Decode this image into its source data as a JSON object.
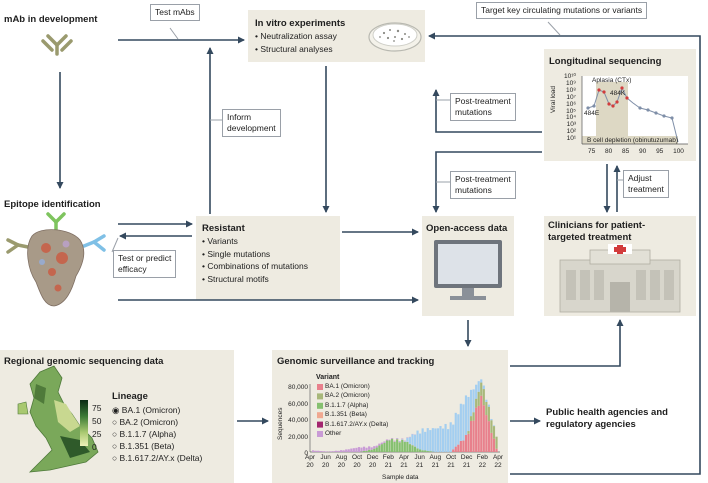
{
  "mab": {
    "title": "mAb in development"
  },
  "test_mabs": {
    "label": "Test mAbs"
  },
  "invitro": {
    "title": "In vitro experiments",
    "items": [
      "Neutralization assay",
      "Structural analyses"
    ]
  },
  "target_key": {
    "label": "Target key circulating mutations or variants"
  },
  "longitudinal": {
    "title": "Longitudinal sequencing",
    "ylabel": "Viral load",
    "yticks": [
      "10¹⁰",
      "10⁹",
      "10⁸",
      "10⁷",
      "10⁶",
      "10⁵",
      "10⁴",
      "10³",
      "10²",
      "10¹"
    ],
    "xticks": [
      "75",
      "80",
      "85",
      "90",
      "95",
      "100"
    ],
    "aplasia": "Aplasia (CTx)",
    "mut1": "484K",
    "mut2": "484E",
    "depletion": "B cell depletion (obinutuzumab)"
  },
  "post1": {
    "line1": "Post-treatment",
    "line2": "mutations"
  },
  "inform": {
    "line1": "Inform",
    "line2": "development"
  },
  "post2": {
    "line1": "Post-treatment",
    "line2": "mutations"
  },
  "adjust": {
    "line1": "Adjust",
    "line2": "treatment"
  },
  "epitope": {
    "title": "Epitope identification"
  },
  "test_predict": {
    "line1": "Test or predict",
    "line2": "efficacy"
  },
  "resistant": {
    "title": "Resistant",
    "items": [
      "Variants",
      "Single mutations",
      "Combinations of mutations",
      "Structural motifs"
    ]
  },
  "openaccess": {
    "title": "Open-access data"
  },
  "clinicians": {
    "line1": "Clinicians for patient-",
    "line2": "targeted treatment"
  },
  "regional": {
    "title": "Regional genomic sequencing data",
    "lineage_title": "Lineage",
    "lineages": [
      "BA.1 (Omicron)",
      "BA.2 (Omicron)",
      "B.1.1.7 (Alpha)",
      "B.1.351 (Beta)",
      "B.1.617.2/AY.x (Delta)"
    ],
    "scale": [
      "75",
      "50",
      "25",
      "0"
    ]
  },
  "genomic": {
    "title": "Genomic surveillance and tracking",
    "ylabel": "Sequences",
    "xlabel": "Sample data",
    "variant_title": "Variant",
    "yticks": [
      "80,000",
      "60,000",
      "40,000",
      "20,000",
      "0"
    ],
    "xticks_m": [
      "Apr",
      "Jun",
      "Aug",
      "Oct",
      "Dec",
      "Feb",
      "Apr",
      "Jun",
      "Aug",
      "Oct",
      "Dec",
      "Feb",
      "Apr"
    ],
    "xticks_y": [
      "20",
      "20",
      "20",
      "20",
      "20",
      "21",
      "21",
      "21",
      "21",
      "21",
      "21",
      "22",
      "22"
    ]
  },
  "chart_data": {
    "type": "area",
    "ylabel": "Sequences",
    "xlabel": "Sample data",
    "ylim": [
      0,
      80000
    ],
    "x": [
      "Apr 20",
      "Jun 20",
      "Aug 20",
      "Oct 20",
      "Dec 20",
      "Feb 21",
      "Apr 21",
      "Jun 21",
      "Aug 21",
      "Oct 21",
      "Dec 21",
      "Feb 22",
      "Apr 22"
    ],
    "series": [
      {
        "name": "BA.1 (Omicron)",
        "color": "#e8808c",
        "values": [
          0,
          0,
          0,
          0,
          0,
          0,
          0,
          0,
          0,
          0,
          20000,
          70000,
          5000
        ]
      },
      {
        "name": "BA.2 (Omicron)",
        "color": "#a8b87a",
        "values": [
          0,
          0,
          0,
          0,
          0,
          0,
          0,
          0,
          0,
          0,
          0,
          20000,
          15000
        ]
      },
      {
        "name": "B.1.1.7 (Alpha)",
        "color": "#86c070",
        "values": [
          0,
          0,
          0,
          0,
          4000,
          16000,
          14000,
          3000,
          0,
          0,
          0,
          0,
          0
        ]
      },
      {
        "name": "B.1.351 (Beta)",
        "color": "#f0a890",
        "values": [
          0,
          0,
          0,
          0,
          0,
          200,
          400,
          200,
          0,
          0,
          0,
          0,
          0
        ]
      },
      {
        "name": "B.1.617.2/AY.x (Delta)",
        "color": "#a3cef0",
        "values": [
          0,
          0,
          0,
          0,
          0,
          0,
          1000,
          25000,
          30000,
          35000,
          50000,
          5000,
          0
        ]
      },
      {
        "name": "Other",
        "color": "#c99bd6",
        "values": [
          2000,
          500,
          2500,
          6000,
          3000,
          1000,
          500,
          200,
          200,
          200,
          200,
          100,
          0
        ]
      }
    ],
    "legend_colors": [
      "#e8808c",
      "#a8b87a",
      "#86c070",
      "#f0a890",
      "#a3266f",
      "#c99bd6"
    ]
  },
  "public": {
    "line1": "Public health agencies and",
    "line2": "regulatory agencies"
  }
}
